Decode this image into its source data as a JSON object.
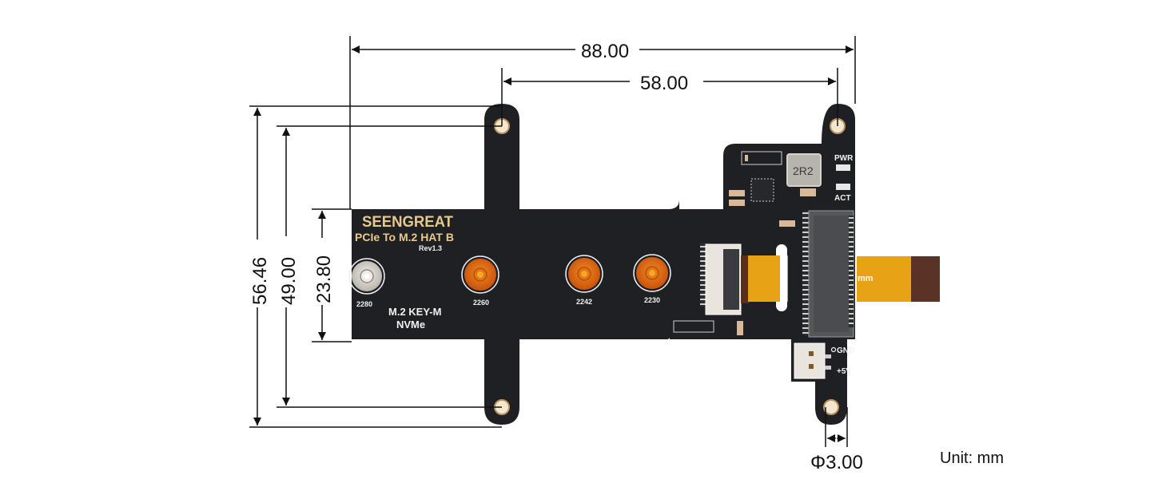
{
  "diagram": {
    "unit_label": "Unit: mm",
    "dimensions": {
      "overall_width": "88.00",
      "hole_spacing_width": "58.00",
      "overall_height": "56.46",
      "hole_spacing_height": "49.00",
      "slot_height": "23.80",
      "hole_diameter": "Φ3.00"
    },
    "board": {
      "brand": "SEENGREAT",
      "product": "PCIe To M.2 HAT B",
      "revision": "Rev1.3",
      "key_label": "M.2 KEY-M",
      "protocol_label": "NVMe",
      "mount_positions": [
        "2280",
        "2260",
        "2242",
        "2230"
      ],
      "inductor_label": "2R2",
      "led_labels": [
        "PWR",
        "ACT"
      ],
      "power_labels": [
        "GND",
        "+5V"
      ],
      "cable_text": "mm"
    },
    "colors": {
      "pcb": "#1e2023",
      "copper_standoff": "#e0650f",
      "silver_standoff": "#d9d5cf",
      "fpc": "#e8a215",
      "dimension_line": "#111111"
    }
  }
}
